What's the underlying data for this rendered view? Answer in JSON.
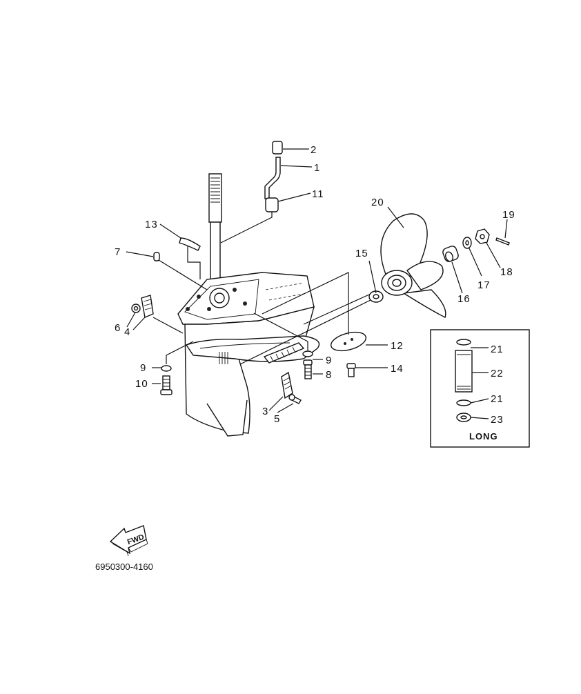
{
  "diagram": {
    "catalog_code": "6950300-4160",
    "fwd_mark": "FWD",
    "inset_label": "LONG",
    "callouts": [
      "1",
      "2",
      "3",
      "4",
      "5",
      "6",
      "7",
      "8",
      "9",
      "9",
      "10",
      "11",
      "12",
      "13",
      "14",
      "15",
      "16",
      "17",
      "18",
      "19",
      "20",
      "21",
      "21",
      "22",
      "23"
    ]
  }
}
